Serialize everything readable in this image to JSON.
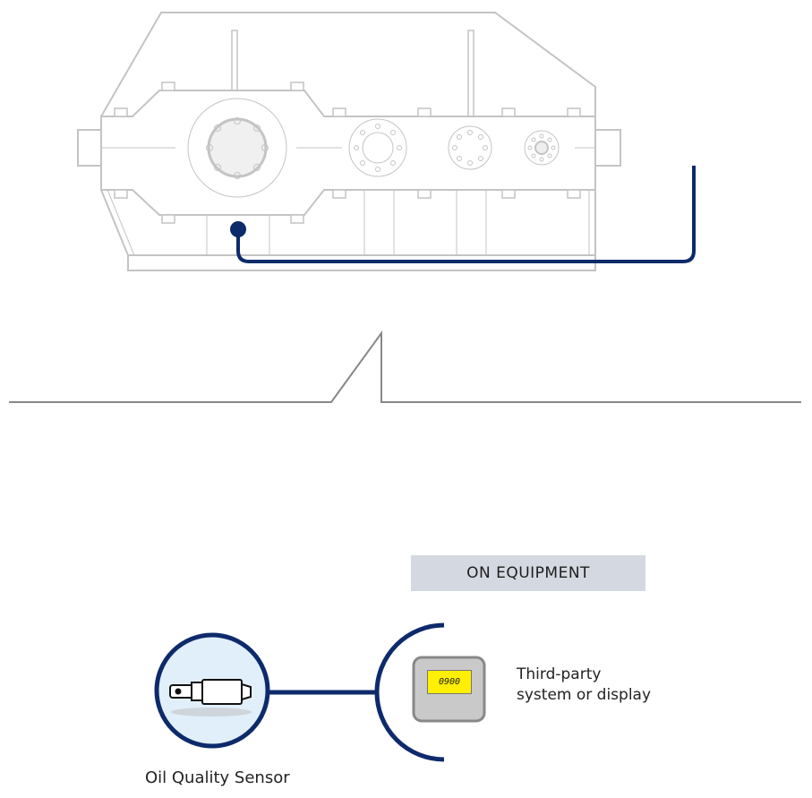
{
  "section_label": "ON EQUIPMENT",
  "sensor": {
    "label": "Oil Quality Sensor"
  },
  "display": {
    "label_line1": "Third-party",
    "label_line2": "system or display",
    "readout": "0900"
  },
  "colors": {
    "cable": "#0d2a6b",
    "outline": "#c4c4c4",
    "sensor_fill": "#e1effa",
    "lcd": "#ffef00",
    "label_bg": "#d4d9e1"
  }
}
